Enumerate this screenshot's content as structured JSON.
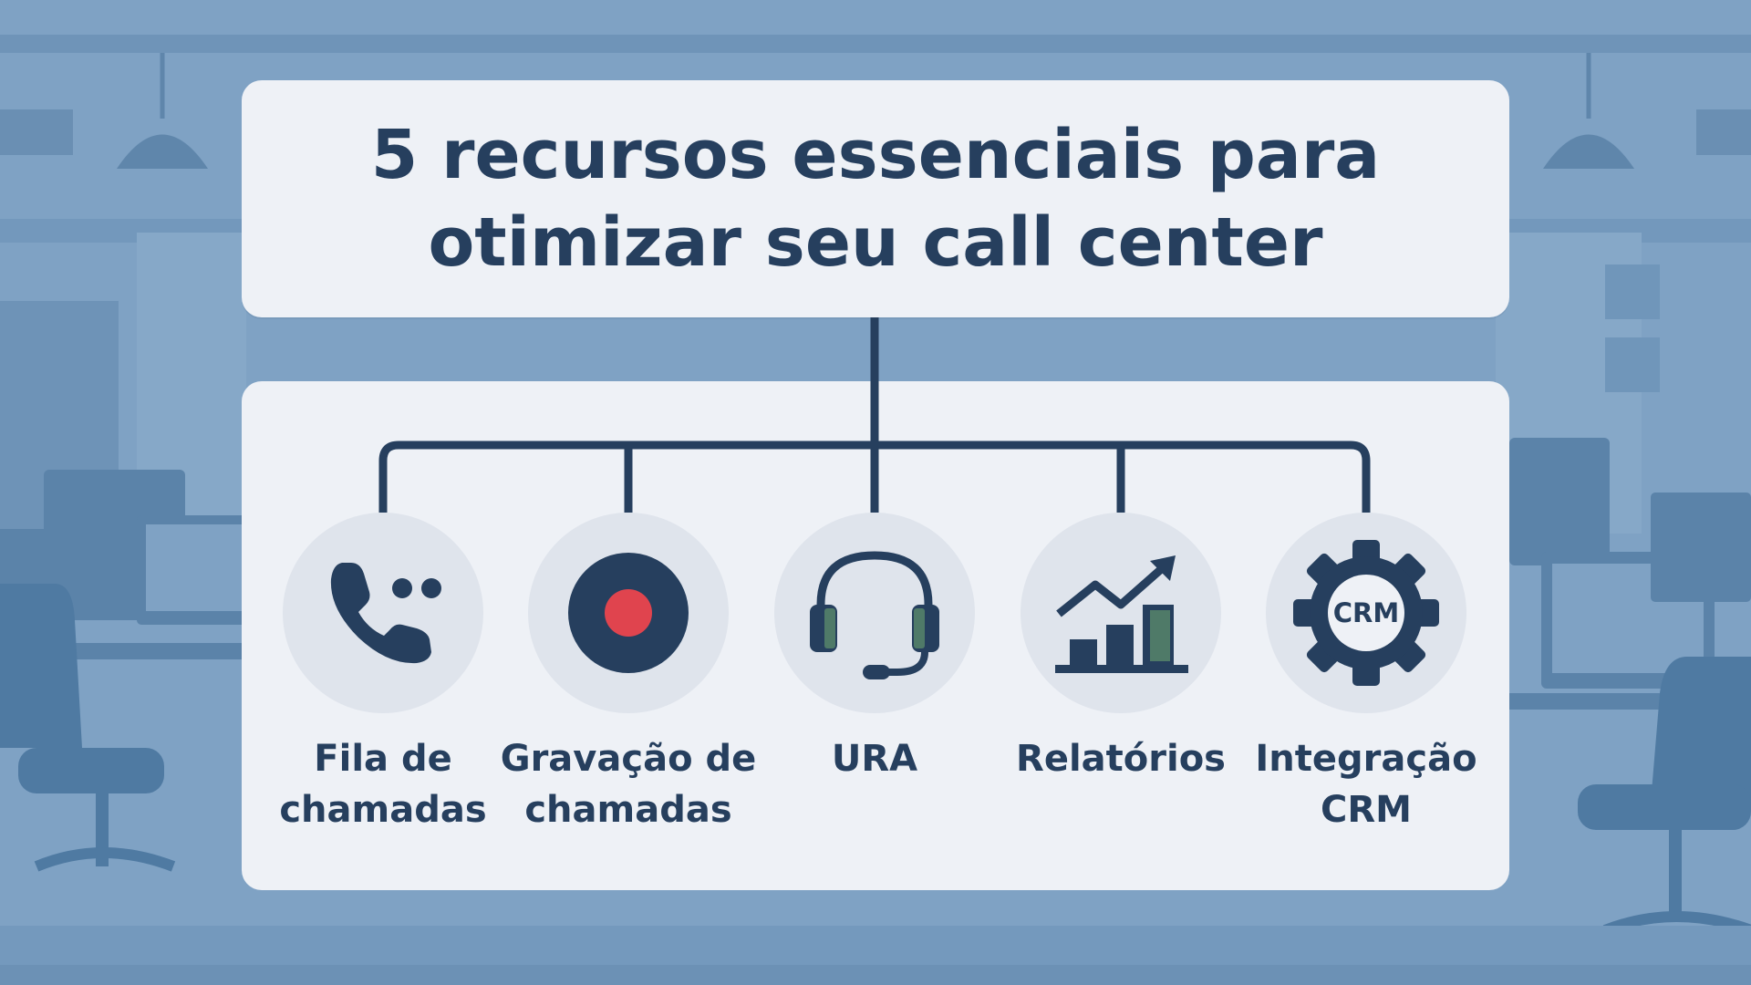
{
  "title": {
    "line1": "5 recursos essenciais para",
    "line2": "otimizar seu call center"
  },
  "features": [
    {
      "label": "Fila de chamadas",
      "icon": "phone-queue-icon"
    },
    {
      "label": "Gravação de chamadas",
      "icon": "record-icon"
    },
    {
      "label": "URA",
      "icon": "headset-icon"
    },
    {
      "label": "Relatórios",
      "icon": "bar-chart-trend-icon"
    },
    {
      "label": "Integração CRM",
      "icon": "crm-gear-icon",
      "icon_text": "CRM"
    }
  ],
  "colors": {
    "background": "#7fa2c4",
    "card": "#eef1f6",
    "navy": "#263f5e",
    "icon_circle": "#dfe4ec",
    "record_red": "#e0444e",
    "accent_green": "#4f7a68"
  }
}
